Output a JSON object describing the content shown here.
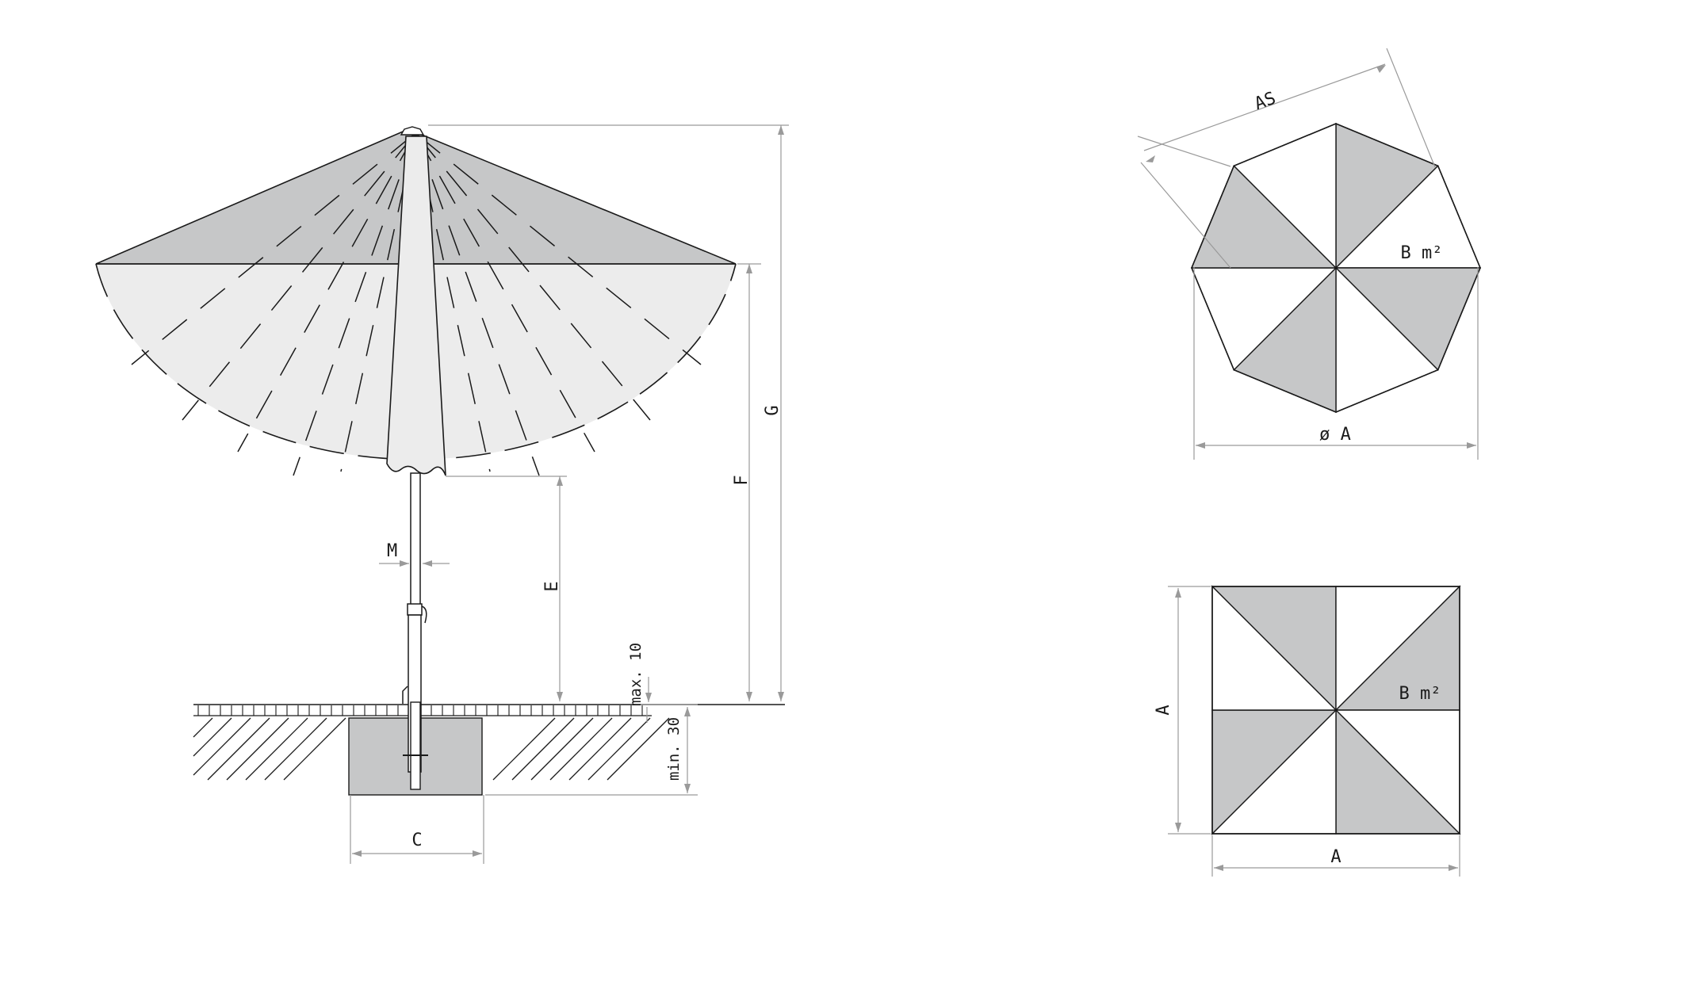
{
  "colors": {
    "line": "#1a1a1a",
    "dim": "#9a9a9a",
    "fill_dark": "#c6c7c8",
    "fill_light": "#ececec",
    "white": "#ffffff"
  },
  "side_view": {
    "labels": {
      "M": "M",
      "E": "E",
      "F": "F",
      "G": "G",
      "C": "C",
      "max10": "max. 10",
      "min30": "min. 30"
    }
  },
  "octagon_view": {
    "labels": {
      "AS": "AS",
      "area": "B m²",
      "diameter": "ø A"
    }
  },
  "square_view": {
    "labels": {
      "A_side": "A",
      "A_bottom": "A",
      "area": "B m²"
    }
  }
}
